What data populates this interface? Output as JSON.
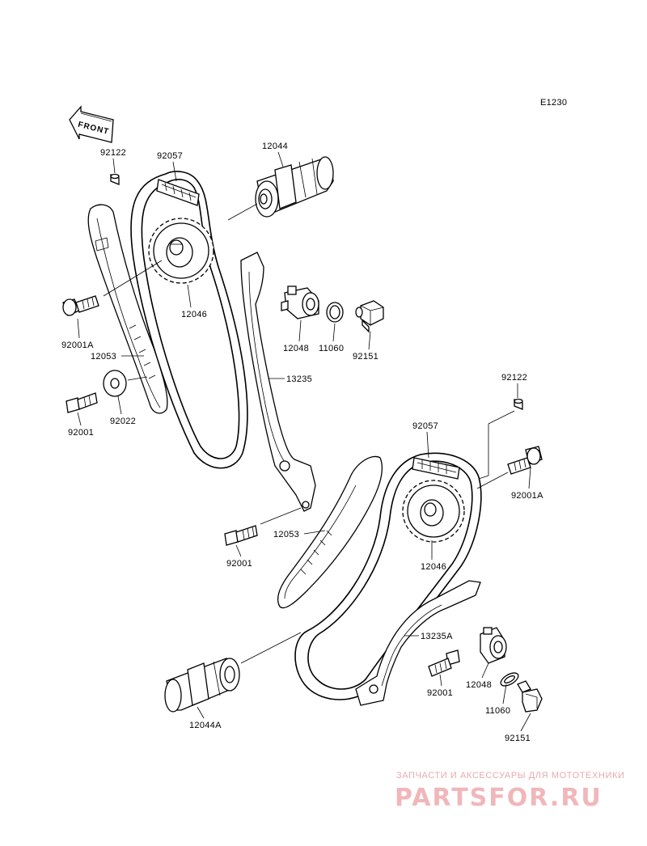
{
  "diagram_code": "E1230",
  "front_label": "FRONT",
  "labels": {
    "p92122_a": "92122",
    "p92057_a": "92057",
    "p12044": "12044",
    "p12046_a": "12046",
    "p92001A_a": "92001A",
    "p12053_a": "12053",
    "p92022": "92022",
    "p92001_a": "92001",
    "p12048_a": "12048",
    "p11060_a": "11060",
    "p92151_a": "92151",
    "p13235": "13235",
    "p92122_b": "92122",
    "p92057_b": "92057",
    "p92001A_b": "92001A",
    "p12053_b": "12053",
    "p92001_b": "92001",
    "p12046_b": "12046",
    "p13235A": "13235A",
    "p92001_c": "92001",
    "p12048_b": "12048",
    "p11060_b": "11060",
    "p92151_b": "92151",
    "p12044A": "12044A"
  },
  "watermark": {
    "tagline": "ЗАПЧАСТИ И АКСЕССУАРЫ ДЛЯ МОТОТЕХНИКИ",
    "logo": "PARTSFOR.RU",
    "color": "#e8a9ad"
  }
}
